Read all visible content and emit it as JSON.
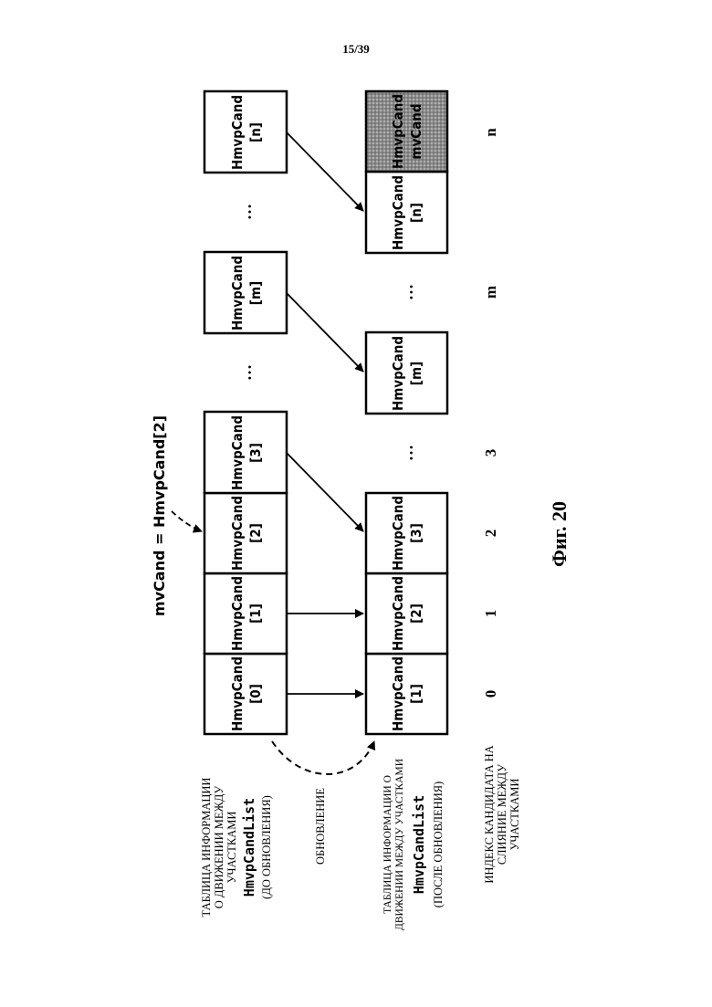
{
  "page": {
    "number": "15/39",
    "figure_caption": "Фиг. 20"
  },
  "equation": "mvCand = HmvpCand[2]",
  "cell_name": "HmvpCand",
  "top_table": {
    "title_lines": [
      "ТАБЛИЦА ИНФОРМАЦИИ",
      "О ДВИЖЕНИИ МЕЖДУ",
      "УЧАСТКАМИ"
    ],
    "list_name": "HmvpCandList",
    "note": "(ДО ОБНОВЛЕНИЯ)",
    "cells": [
      "[0]",
      "[1]",
      "[2]",
      "[3]",
      "[m]",
      "[n]"
    ],
    "dots": [
      "…",
      "…",
      "…"
    ]
  },
  "update_label": "ОБНОВЛЕНИЕ",
  "bottom_table": {
    "title_lines": [
      "ТАБЛИЦА ИНФОРМАЦИИ О",
      "ДВИЖЕНИИ МЕЖДУ УЧАСТКАМИ"
    ],
    "list_name": "HmvpCandList",
    "note": "(ПОСЛЕ ОБНОВЛЕНИЯ)",
    "cells": [
      "[1]",
      "[2]",
      "[3]",
      "[m]",
      "[n]"
    ],
    "new_cell": "mvCand",
    "dots": [
      "…",
      "…",
      "…"
    ]
  },
  "index_axis": {
    "title_lines": [
      "ИНДЕКС КАНДИДАТА НА",
      "СЛИЯНИЕ МЕЖДУ",
      "УЧАСТКАМИ"
    ],
    "values": [
      "0",
      "1",
      "2",
      "3",
      "m",
      "n"
    ]
  }
}
